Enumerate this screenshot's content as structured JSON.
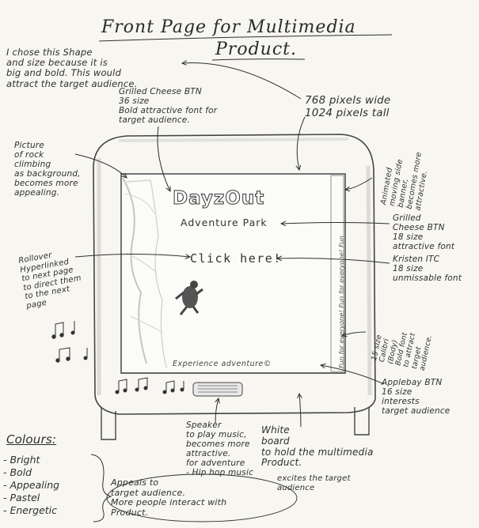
{
  "title": {
    "line1": "Front Page for Multimedia",
    "line2": "Product."
  },
  "notes": {
    "shape_reason": "I chose this Shape\nand size because it is\nbig and bold. This would\nattract the target audience.",
    "title_font": "Grilled Cheese BTN\n36 size\nBold attractive font for\ntarget audience.",
    "dimensions": "768 pixels wide\n1024 pixels tall",
    "background_pic": "Picture\nof rock\nclimbing\nas background,\nbecomes more\nappealing.",
    "animated_side": "Animated\nmoving side\nbanner,\nbecomes more\nattractive.",
    "subtitle_font": "Grilled\nCheese BTN\n18 size\nattractive font",
    "click_font": "Kristen ITC\n18 size\nunmissable font",
    "rollover": "Rollover\nHyperlinked\nto next page\nto direct them\nto the next\npage",
    "calibri": "15 size\nCalibri\n(Body)\nBold font\nto attract\ntarget\naudience.",
    "footer_font": "Applebay BTN\n16 size\ninterests\ntarget audience",
    "speaker": "Speaker\nto play music,\nbecomes more\nattractive.\nfor adventure\n- Hip hop music",
    "whiteboard": "White\nboard\nto hold the multimedia\nProduct.",
    "appeals": "Appeals to\ntarget audience.\nMore people interact with\nProduct.",
    "excites": "excites the target\naudience"
  },
  "colours": {
    "heading": "Colours:",
    "items": [
      "- Bright",
      "- Bold",
      "- Appealing",
      "- Pastel",
      "- Energetic"
    ]
  },
  "screen": {
    "logo": "DayzOut",
    "subtitle": "Adventure Park",
    "click": "Click here!",
    "banner": "Fun for everyone! Fun for everyone! Fun",
    "footer": "Experience adventure©"
  },
  "palette": {
    "ink": "#2f2f2f",
    "paper": "#f7f6f1",
    "pencil": "#8a8a8a"
  }
}
